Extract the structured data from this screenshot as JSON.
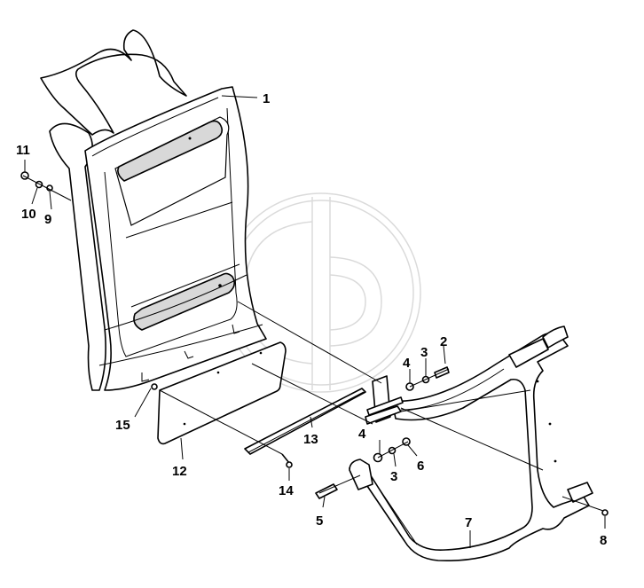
{
  "diagram": {
    "callouts": [
      {
        "id": "p1",
        "label": "1"
      },
      {
        "id": "p2",
        "label": "2"
      },
      {
        "id": "p3a",
        "label": "3"
      },
      {
        "id": "p3b",
        "label": "3"
      },
      {
        "id": "p4a",
        "label": "4"
      },
      {
        "id": "p4b",
        "label": "4"
      },
      {
        "id": "p5",
        "label": "5"
      },
      {
        "id": "p6",
        "label": "6"
      },
      {
        "id": "p7",
        "label": "7"
      },
      {
        "id": "p8",
        "label": "8"
      },
      {
        "id": "p9",
        "label": "9"
      },
      {
        "id": "p10",
        "label": "10"
      },
      {
        "id": "p11",
        "label": "11"
      },
      {
        "id": "p12",
        "label": "12"
      },
      {
        "id": "p13",
        "label": "13"
      },
      {
        "id": "p14",
        "label": "14"
      },
      {
        "id": "p15",
        "label": "15"
      }
    ],
    "colors": {
      "ink": "#000000",
      "watermark": "#bdbdbd",
      "panel": "#e9e9e9"
    },
    "watermark_icon": "gp-logo-watermark"
  }
}
